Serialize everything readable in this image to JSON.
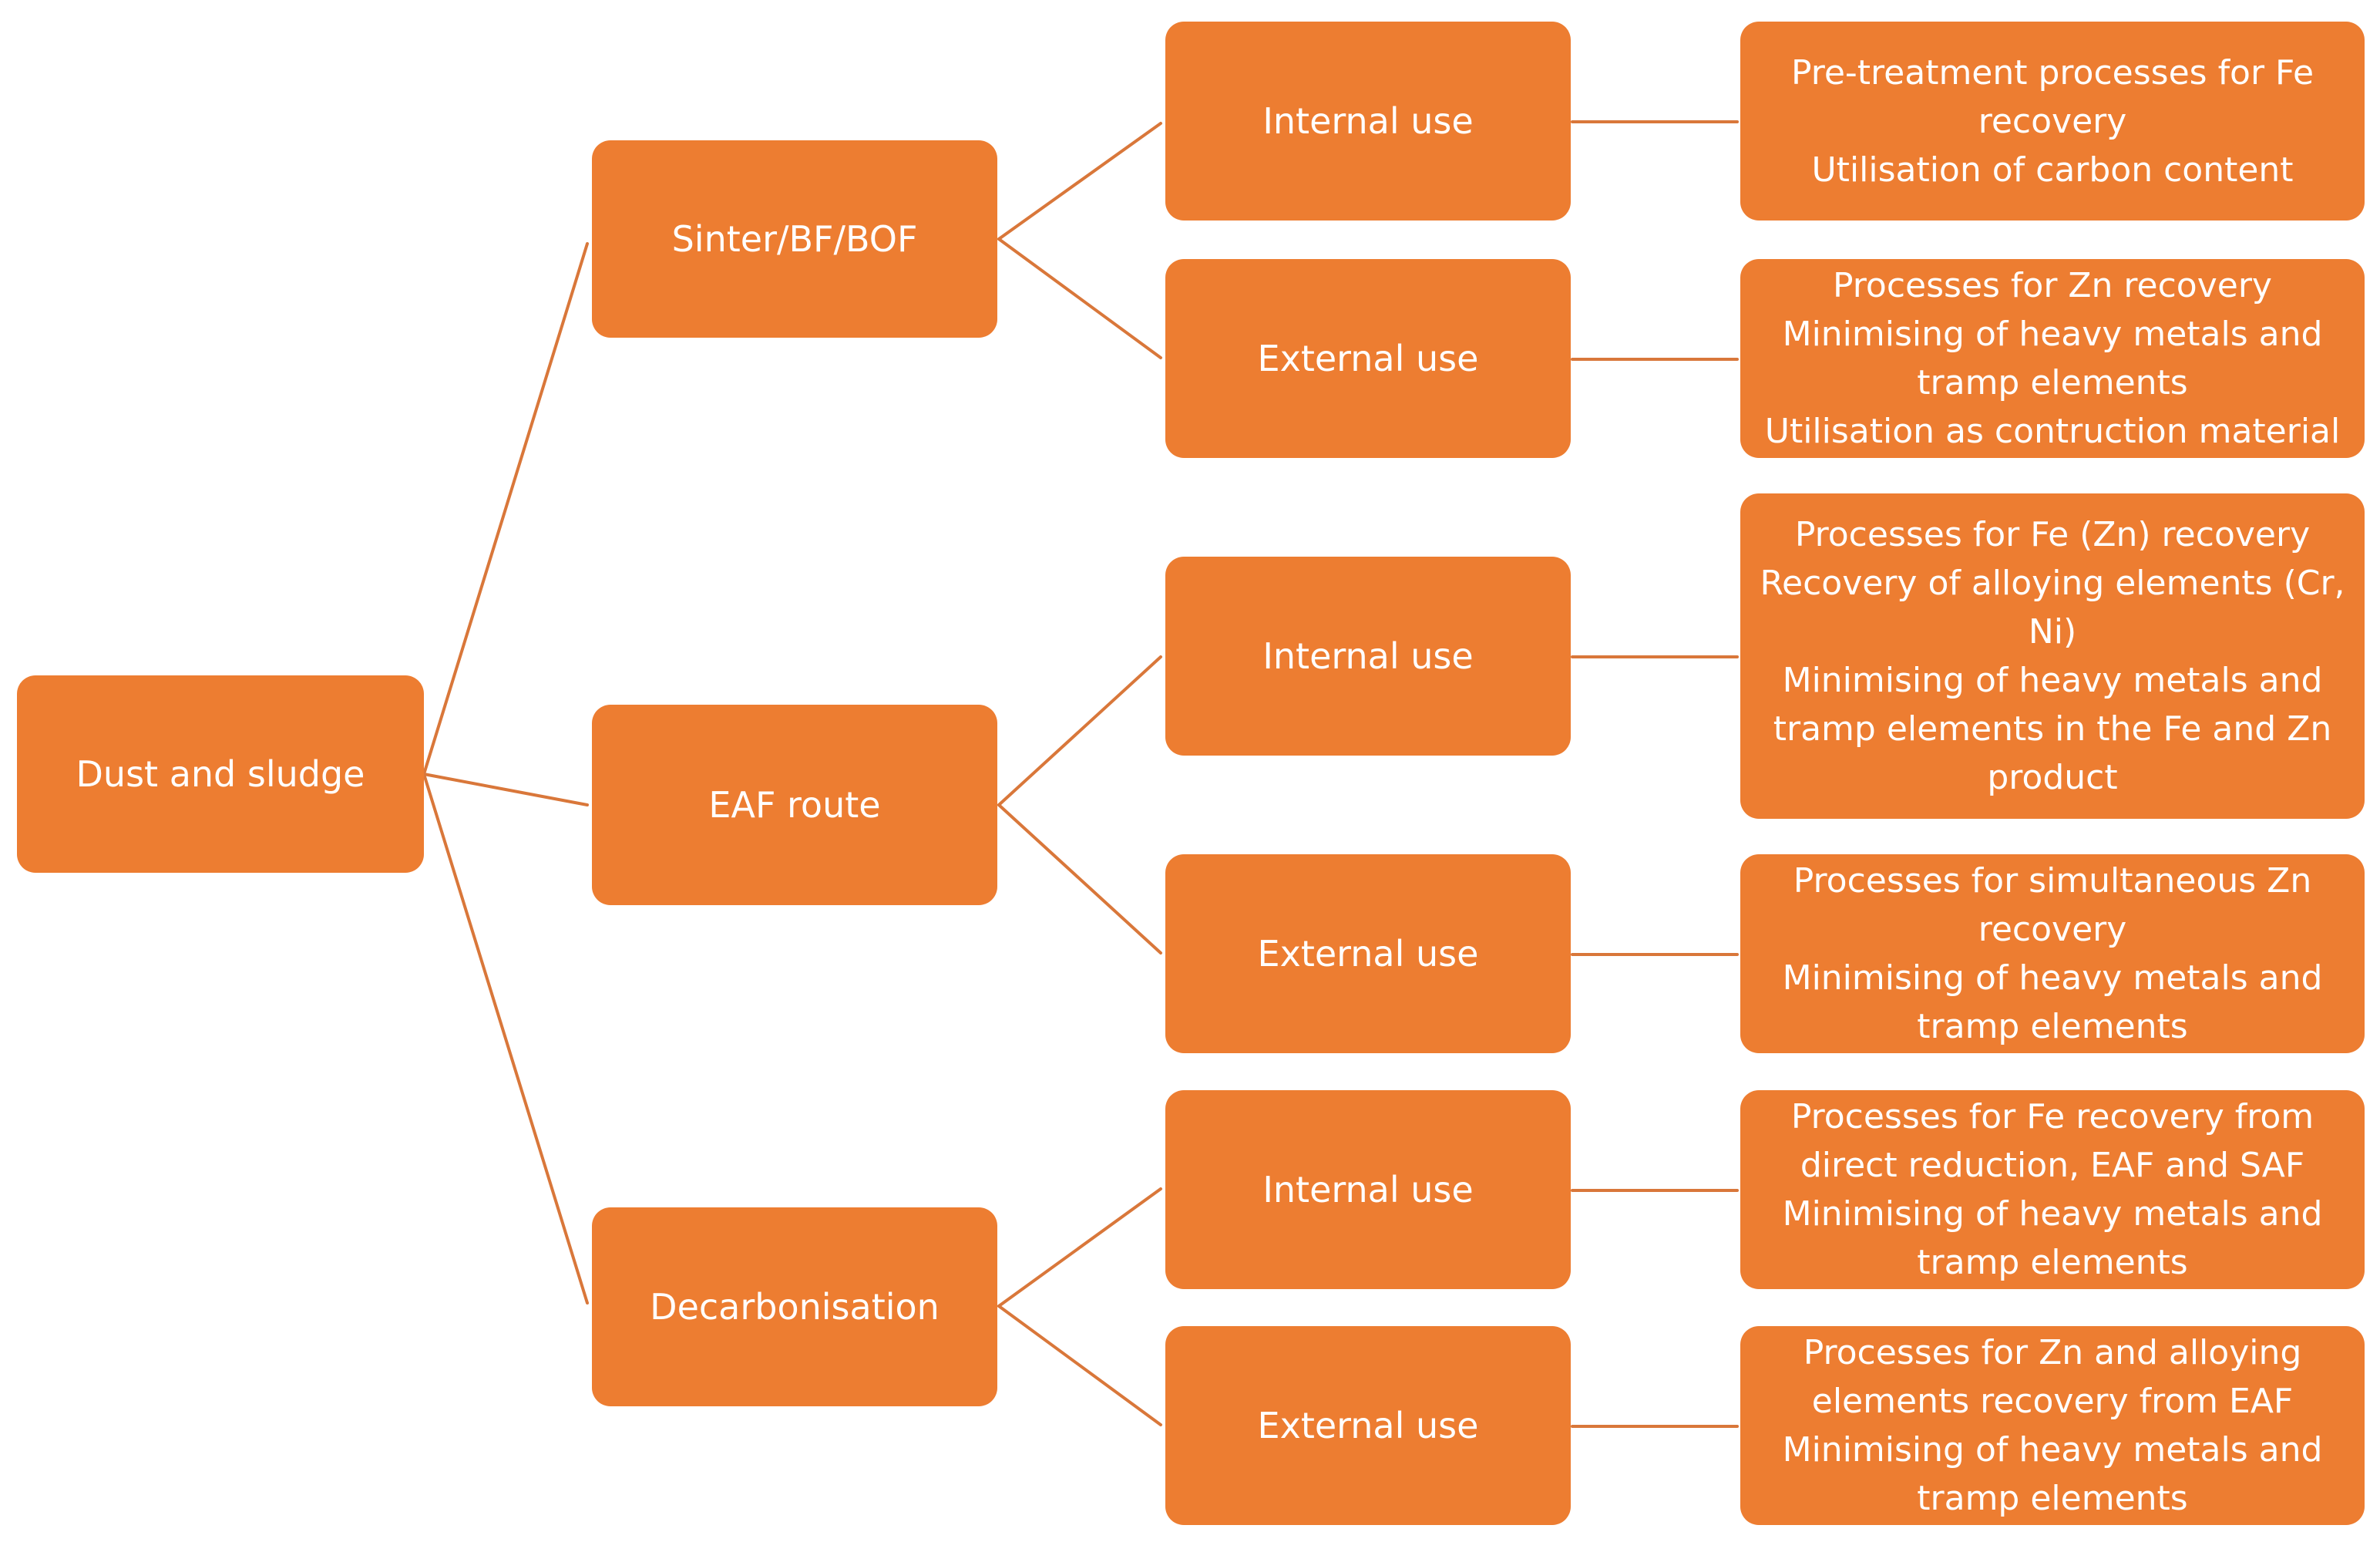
{
  "colors": {
    "node_fill": "#ED7D31",
    "connector": "#D9773A",
    "text": "#FFFFFF"
  },
  "root": {
    "label": "Dust and sludge"
  },
  "routes": [
    {
      "label": "Sinter/BF/BOF",
      "uses": [
        {
          "label": "Internal use",
          "description": "Pre-treatment processes for Fe\nrecovery\nUtilisation of carbon content"
        },
        {
          "label": "External use",
          "description": "Processes for Zn recovery\nMinimising of heavy metals and\ntramp elements\nUtilisation as contruction material"
        }
      ]
    },
    {
      "label": "EAF route",
      "uses": [
        {
          "label": "Internal use",
          "description": "Processes for Fe (Zn) recovery\nRecovery of alloying elements (Cr,\nNi)\nMinimising of heavy metals and\ntramp elements in the Fe and Zn\nproduct"
        },
        {
          "label": "External use",
          "description": "Processes for simultaneous Zn\nrecovery\nMinimising of heavy metals and\ntramp elements"
        }
      ]
    },
    {
      "label": "Decarbonisation",
      "uses": [
        {
          "label": "Internal use",
          "description": "Processes for Fe recovery from\ndirect reduction, EAF and SAF\nMinimising of heavy metals and\ntramp elements"
        },
        {
          "label": "External use",
          "description": "Processes for Zn and alloying\nelements recovery from EAF\nMinimising of heavy metals and\ntramp elements"
        }
      ]
    }
  ]
}
